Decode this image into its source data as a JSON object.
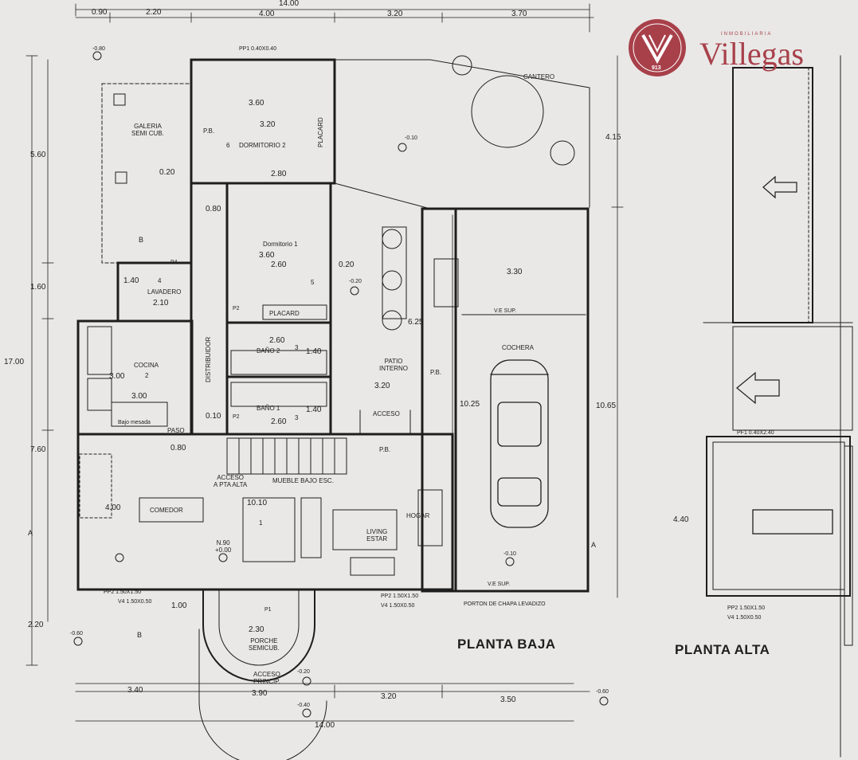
{
  "logo": {
    "name": "Villegas",
    "number": "913",
    "tagline": "INMOBILIARIA",
    "color": "#a8404a"
  },
  "titles": {
    "ground": "PLANTA BAJA",
    "upper": "PLANTA ALTA"
  },
  "rooms": {
    "dormitorio2": "DORMITORIO 2",
    "dormitorio2_num": "6",
    "dormitorio1": "Dormitorio 1",
    "dormitorio1_num": "5",
    "galeria": "GALERIA\nSEMI CUB.",
    "lavadero": "LAVADERO",
    "lavadero_num": "4",
    "cocina": "COCINA",
    "cocina_num": "2",
    "bano2": "BAÑO 2",
    "bano2_num": "3",
    "bano1": "BAÑO 1",
    "bano1_num": "3",
    "distribuidor": "DISTRIBUIDOR",
    "patio": "PATIO\nINTERNO",
    "cochera": "COCHERA",
    "comedor": "COMEDOR",
    "living": "LIVING\nESTAR",
    "living_num": "1",
    "hogar": "HOGAR",
    "porche": "PORCHE\nSEMICUB.",
    "acceso_princ": "ACCESO\nPRINCIP.",
    "cantero": "CANTERO",
    "placard": "PLACARD",
    "placard2": "PLACARD",
    "acceso": "ACCESO",
    "mueble": "MUEBLE BAJO ESC.",
    "acceso_pta": "ACCESO\nA PTA ALTA",
    "paso": "PASO",
    "pb": "P.B.",
    "bajo_mesada": "Bajo mesada"
  },
  "dimensions": {
    "top_total": "14.00",
    "top": [
      "0.90",
      "2.20",
      "4.00",
      "3.20",
      "3.70"
    ],
    "bottom_total": "14.00",
    "bottom": [
      "3.40",
      "3.90",
      "3.20",
      "3.50"
    ],
    "left": [
      "5.60",
      "1.60",
      "17.00",
      "7.60",
      "2.20"
    ],
    "right": [
      "4.15",
      "10.65",
      "10.25"
    ],
    "interior": [
      "3.60",
      "3.20",
      "2.80",
      "0.20",
      "0.80",
      "2.60",
      "3.60",
      "0.20",
      "1.40",
      "2.10",
      "3.00",
      "3.00",
      "2.60",
      "1.40",
      "2.60",
      "1.40",
      "0.10",
      "3.20",
      "3.30",
      "6.25",
      "10.10",
      "4.00",
      "4.40",
      "2.30",
      "1.00",
      "0.80"
    ],
    "levels": [
      "-0.80",
      "-0.10",
      "-0.20",
      "N.90\n+0.00",
      "-0.10",
      "-0.60",
      "-0.20",
      "-0.40",
      "-0.60"
    ]
  },
  "openings": {
    "pp1": "PP1 0.40X0.40",
    "pp2_left": "PP2 1.50X1.50",
    "v4_left": "V4 1.50X0.50",
    "pp2_right": "PP2 1.50X1.50",
    "v4_right": "V4 1.50X0.50",
    "pp2_upper": "PP2 1.50X1.50",
    "v4_upper": "V4 1.50X0.50",
    "pf1_upper": "PF1 0.40X2.40",
    "ve_sup": "V.E SUP.",
    "p1": "P1",
    "p2": "P2",
    "p4": "P4",
    "portón": "PORTON DE CHAPA LEVADIZO"
  },
  "markers": {
    "section_a": "A",
    "section_b": "B"
  },
  "colors": {
    "paper": "#e9e8e6",
    "ink": "#1e1e1e",
    "logo": "#a8404a"
  }
}
